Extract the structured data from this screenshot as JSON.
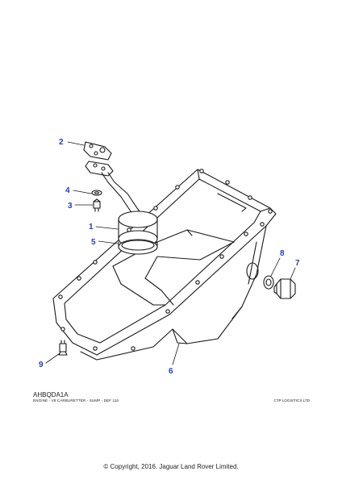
{
  "diagram": {
    "callouts": [
      "1",
      "2",
      "3",
      "4",
      "5",
      "6",
      "7",
      "8",
      "9"
    ],
    "line_color": "#1a1a1a",
    "callout_color": "#1f3fc4"
  },
  "footer": {
    "code": "AHBQDA1A",
    "description": "ENGINE - V8 CARBURETTER - SUMP - DEF 110",
    "brand": "CTP LOGISTICS LTD"
  },
  "copyright": "© Copyright, 2016. Jaguar Land Rover Limited."
}
